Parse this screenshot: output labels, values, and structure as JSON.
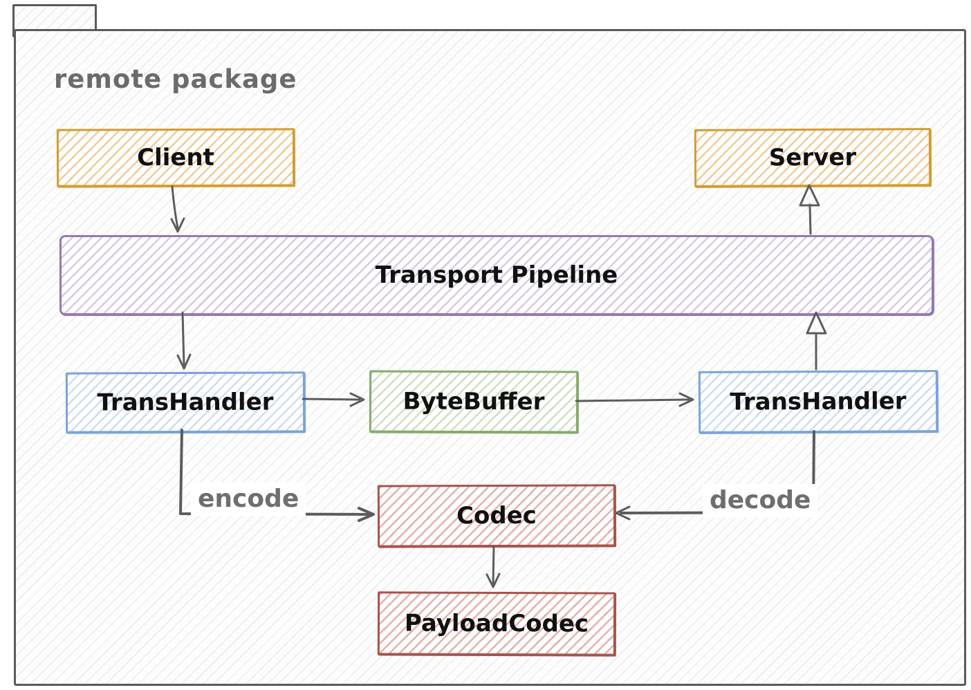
{
  "diagram": {
    "type": "uml-package-diagram",
    "style": "hand-drawn-sketch",
    "package": {
      "label": "remote package",
      "border_color": "#5a5a5a",
      "label_color": "#6b6b6b"
    },
    "nodes": {
      "client": {
        "label": "Client",
        "stroke": "#d39c33",
        "hatch": "#f2cb99"
      },
      "server": {
        "label": "Server",
        "stroke": "#d39c33",
        "hatch": "#f2cb99"
      },
      "transport_pipeline": {
        "label": "Transport Pipeline",
        "stroke": "#9678b4",
        "hatch": "#d7cae6"
      },
      "trans_handler_left": {
        "label": "TransHandler",
        "stroke": "#7ba3da",
        "hatch": "#cdddf3"
      },
      "byte_buffer": {
        "label": "ByteBuffer",
        "stroke": "#86ab6d",
        "hatch": "#cfe0c2"
      },
      "trans_handler_right": {
        "label": "TransHandler",
        "stroke": "#7ba3da",
        "hatch": "#cdddf3"
      },
      "codec": {
        "label": "Codec",
        "stroke": "#a8534d",
        "hatch": "#e6b0aa"
      },
      "payload_codec": {
        "label": "PayloadCodec",
        "stroke": "#a8534d",
        "hatch": "#e6b0aa"
      }
    },
    "edges": [
      {
        "from": "client",
        "to": "transport_pipeline",
        "label": "",
        "head": "solid-v"
      },
      {
        "from": "transport_pipeline",
        "to": "server",
        "label": "",
        "head": "open-triangle"
      },
      {
        "from": "transport_pipeline",
        "to": "trans_handler_left",
        "label": "",
        "head": "solid-v"
      },
      {
        "from": "trans_handler_left",
        "to": "byte_buffer",
        "label": "",
        "head": "solid-v"
      },
      {
        "from": "byte_buffer",
        "to": "trans_handler_right",
        "label": "",
        "head": "solid-v"
      },
      {
        "from": "trans_handler_right",
        "to": "transport_pipeline",
        "label": "",
        "head": "open-triangle"
      },
      {
        "from": "trans_handler_left",
        "to": "codec",
        "label": "encode",
        "head": "solid-v"
      },
      {
        "from": "trans_handler_right",
        "to": "codec",
        "label": "decode",
        "head": "solid-v"
      },
      {
        "from": "codec",
        "to": "payload_codec",
        "label": "",
        "head": "solid-v"
      }
    ],
    "edge_labels": {
      "encode": "encode",
      "decode": "decode"
    },
    "arrow_color": "#5c5c5c"
  }
}
